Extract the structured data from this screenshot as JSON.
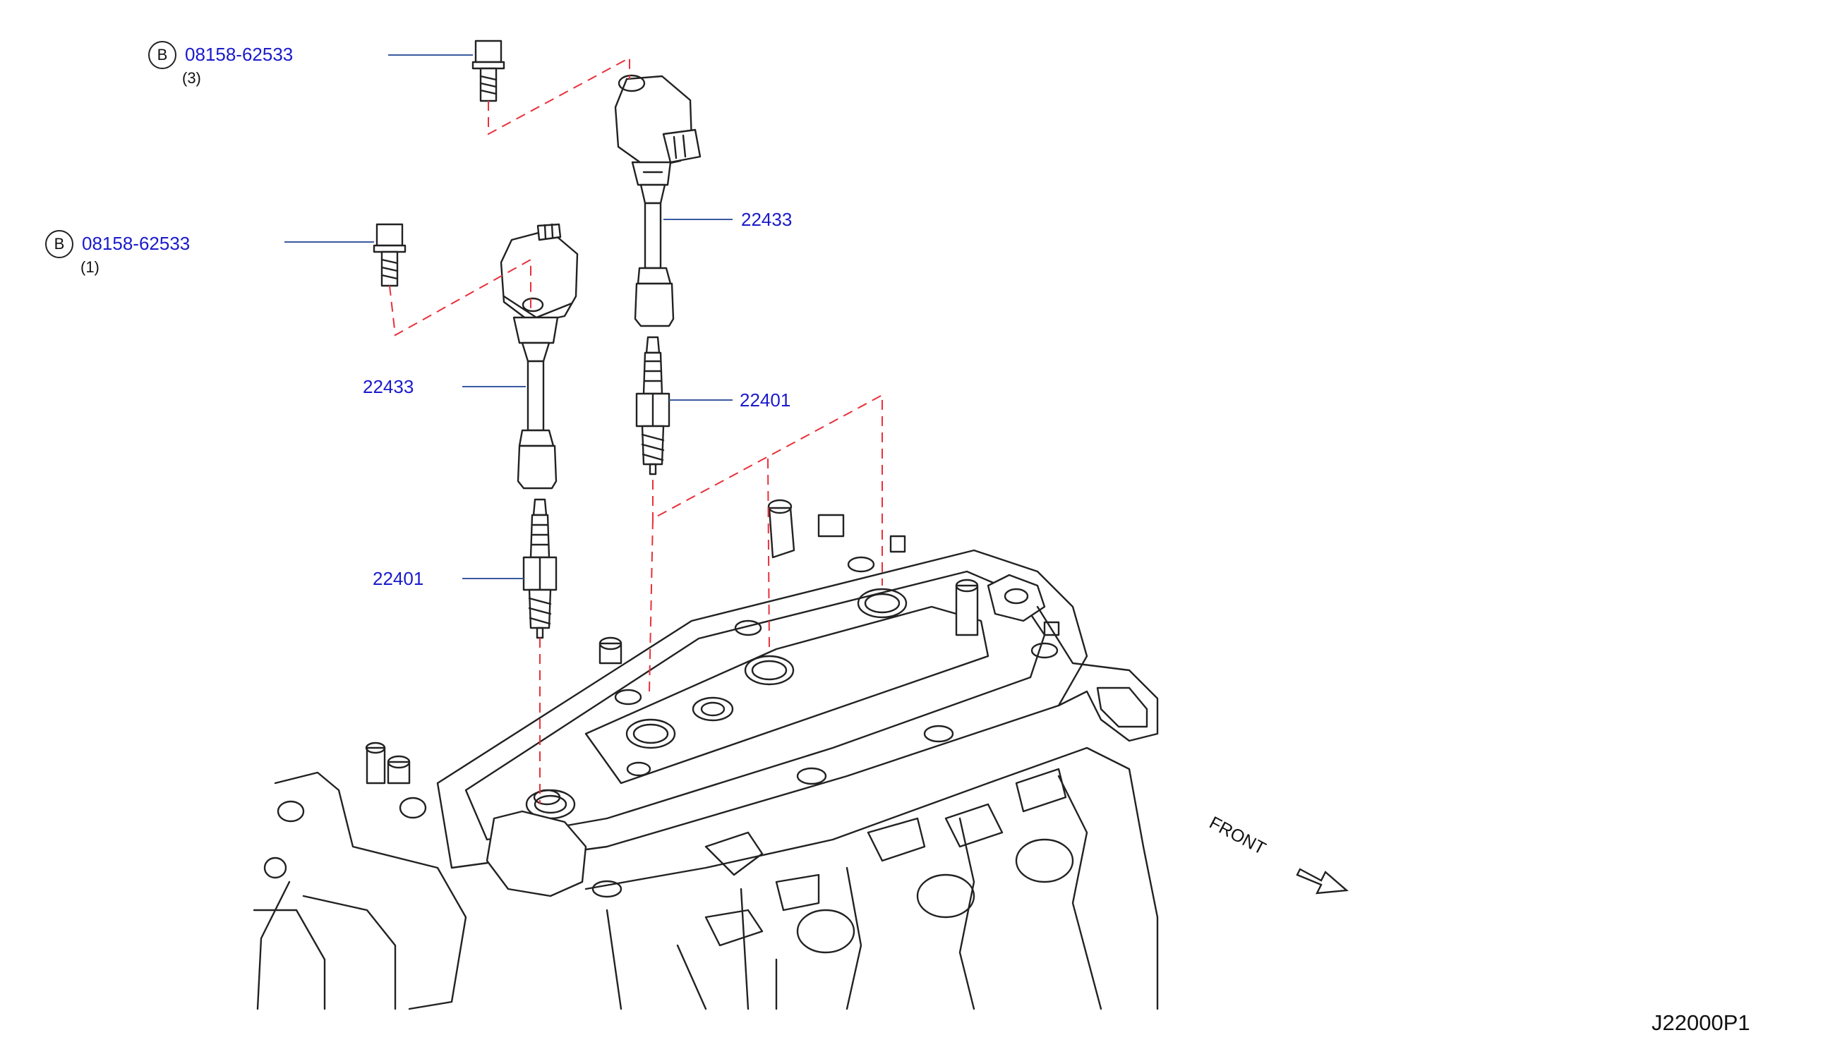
{
  "diagram": {
    "id": "J22000P1",
    "front_label": "FRONT",
    "colors": {
      "callout": "#1a1acc",
      "dashed_leader": "#e8303a",
      "line_art": "#222222",
      "leader_line": "#3a5aa0"
    }
  },
  "callouts": [
    {
      "part_number": "08158-62533",
      "badge": "B",
      "quantity": "(3)"
    },
    {
      "part_number": "08158-62533",
      "badge": "B",
      "quantity": "(1)"
    },
    {
      "part_number": "22433"
    },
    {
      "part_number": "22433"
    },
    {
      "part_number": "22401"
    },
    {
      "part_number": "22401"
    }
  ]
}
